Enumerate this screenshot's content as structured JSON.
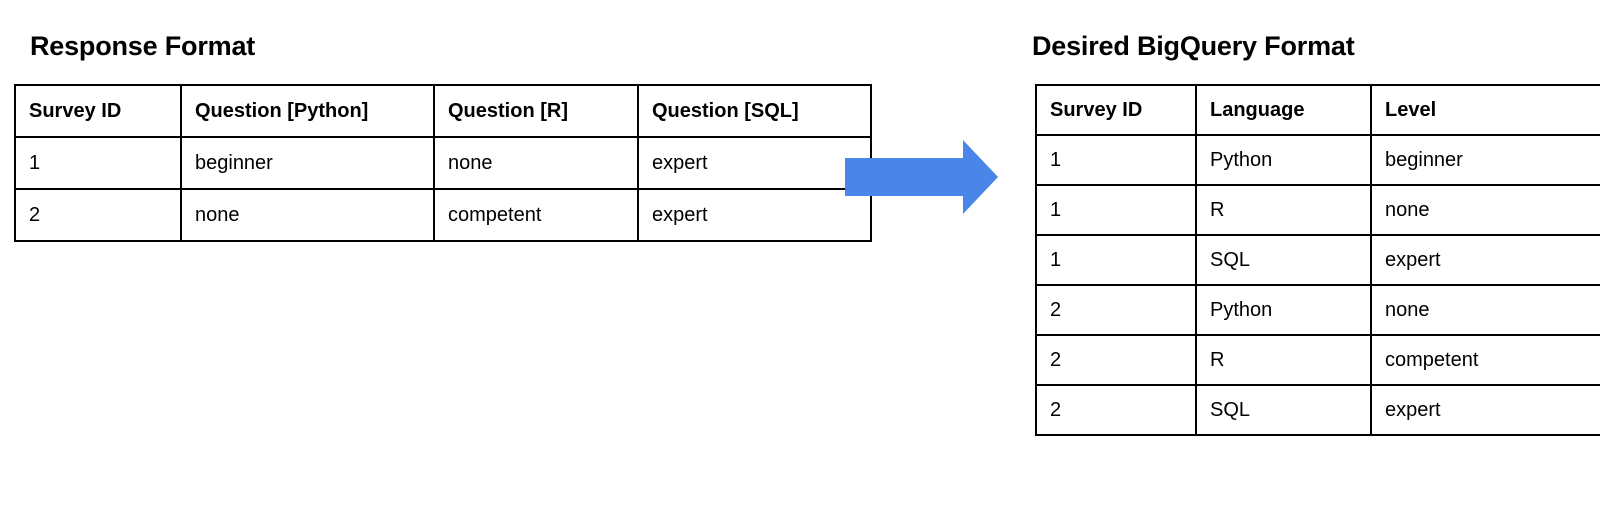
{
  "left_panel": {
    "title": "Response Format",
    "table": {
      "headers": [
        "Survey ID",
        "Question [Python]",
        "Question [R]",
        "Question [SQL]"
      ],
      "rows": [
        [
          "1",
          "beginner",
          "none",
          "expert"
        ],
        [
          "2",
          "none",
          "competent",
          "expert"
        ]
      ]
    }
  },
  "arrow": {
    "name": "right-arrow",
    "color": "#4a86e8"
  },
  "right_panel": {
    "title": "Desired BigQuery Format",
    "table": {
      "headers": [
        "Survey ID",
        "Language",
        "Level"
      ],
      "rows": [
        [
          "1",
          "Python",
          "beginner"
        ],
        [
          "1",
          "R",
          "none"
        ],
        [
          "1",
          "SQL",
          "expert"
        ],
        [
          "2",
          "Python",
          "none"
        ],
        [
          "2",
          "R",
          "competent"
        ],
        [
          "2",
          "SQL",
          "expert"
        ]
      ]
    }
  }
}
